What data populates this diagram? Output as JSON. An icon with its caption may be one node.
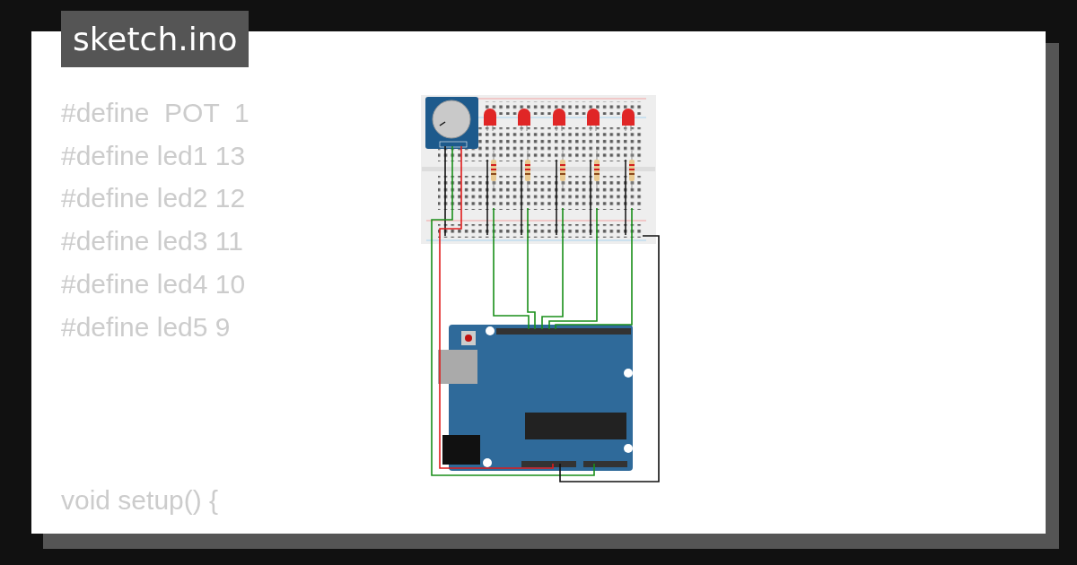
{
  "diagram": {
    "title": "sketch.ino",
    "labels": [
      "#define  POT  1",
      "#define led1 13",
      "#define led2 12",
      "#define led3 11",
      "#define led4 10",
      "#define led5 9",
      "void setup() {"
    ]
  }
}
